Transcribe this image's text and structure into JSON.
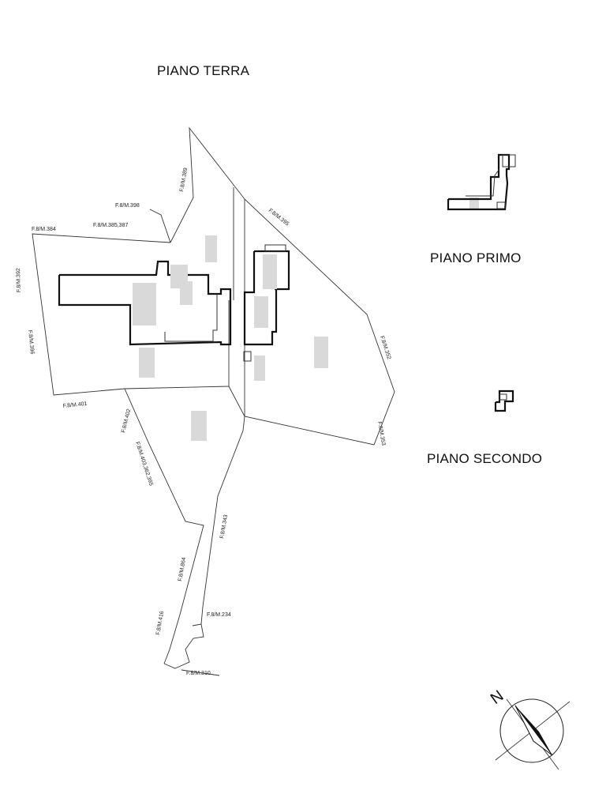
{
  "headings": {
    "ground_floor": "PIANO TERRA",
    "first_floor": "PIANO PRIMO",
    "second_floor": "PIANO SECONDO"
  },
  "parcels": {
    "p389": "F.8/M.389",
    "p398": "F.8/M.398",
    "p384": "F.8/M.384",
    "p385_387": "F.8/M.385,387",
    "p395": "F.8/M.395",
    "p392": "F.8/M.392",
    "p396": "F.8/M.396",
    "p401": "F.8/M.401",
    "p402": "F.8/M.402",
    "p352": "F.8/M.352",
    "p353": "F.8/M.353",
    "p403_362_395": "F.8/M.403,362,395",
    "p343": "F.8/M.343",
    "p864": "F.8/M.864",
    "p416": "F.8/M.416",
    "p234": "F.8/M.234",
    "p310": "F.8/M.310"
  },
  "compass": {
    "north_label": "N"
  },
  "colors": {
    "line": "#111111",
    "redaction": "#d9d9d9",
    "background": "#ffffff"
  }
}
